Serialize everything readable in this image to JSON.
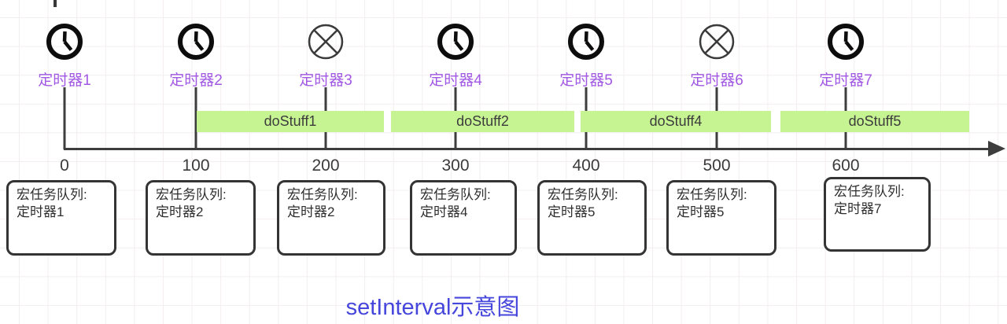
{
  "diagram_title": "setInterval示意图",
  "colors": {
    "timer_label": "#a158e3",
    "bar_fill": "#c7f493",
    "title": "#4646dd",
    "line": "#3d3d3d"
  },
  "timers": [
    {
      "label": "定时器1",
      "icon": "clock-icon",
      "time": "0"
    },
    {
      "label": "定时器2",
      "icon": "clock-icon",
      "time": "100"
    },
    {
      "label": "定时器3",
      "icon": "crossed-circle-icon",
      "time": "200"
    },
    {
      "label": "定时器4",
      "icon": "clock-icon",
      "time": "300"
    },
    {
      "label": "定时器5",
      "icon": "clock-icon",
      "time": "400"
    },
    {
      "label": "定时器6",
      "icon": "crossed-circle-icon",
      "time": "500"
    },
    {
      "label": "定时器7",
      "icon": "clock-icon",
      "time": "600"
    }
  ],
  "axis": {
    "tick_labels": [
      "0",
      "100",
      "200",
      "300",
      "400",
      "500",
      "600"
    ]
  },
  "bars": [
    {
      "label": "doStuff1"
    },
    {
      "label": "doStuff2"
    },
    {
      "label": "doStuff4"
    },
    {
      "label": "doStuff5"
    }
  ],
  "queues": [
    {
      "header": "宏任务队列:",
      "item": "定时器1"
    },
    {
      "header": "宏任务队列:",
      "item": "定时器2"
    },
    {
      "header": "宏任务队列:",
      "item": "定时器2"
    },
    {
      "header": "宏任务队列:",
      "item": "定时器4"
    },
    {
      "header": "宏任务队列:",
      "item": "定时器5"
    },
    {
      "header": "宏任务队列:",
      "item": "定时器5"
    },
    {
      "header": "宏任务队列:",
      "item": "定时器7"
    }
  ]
}
